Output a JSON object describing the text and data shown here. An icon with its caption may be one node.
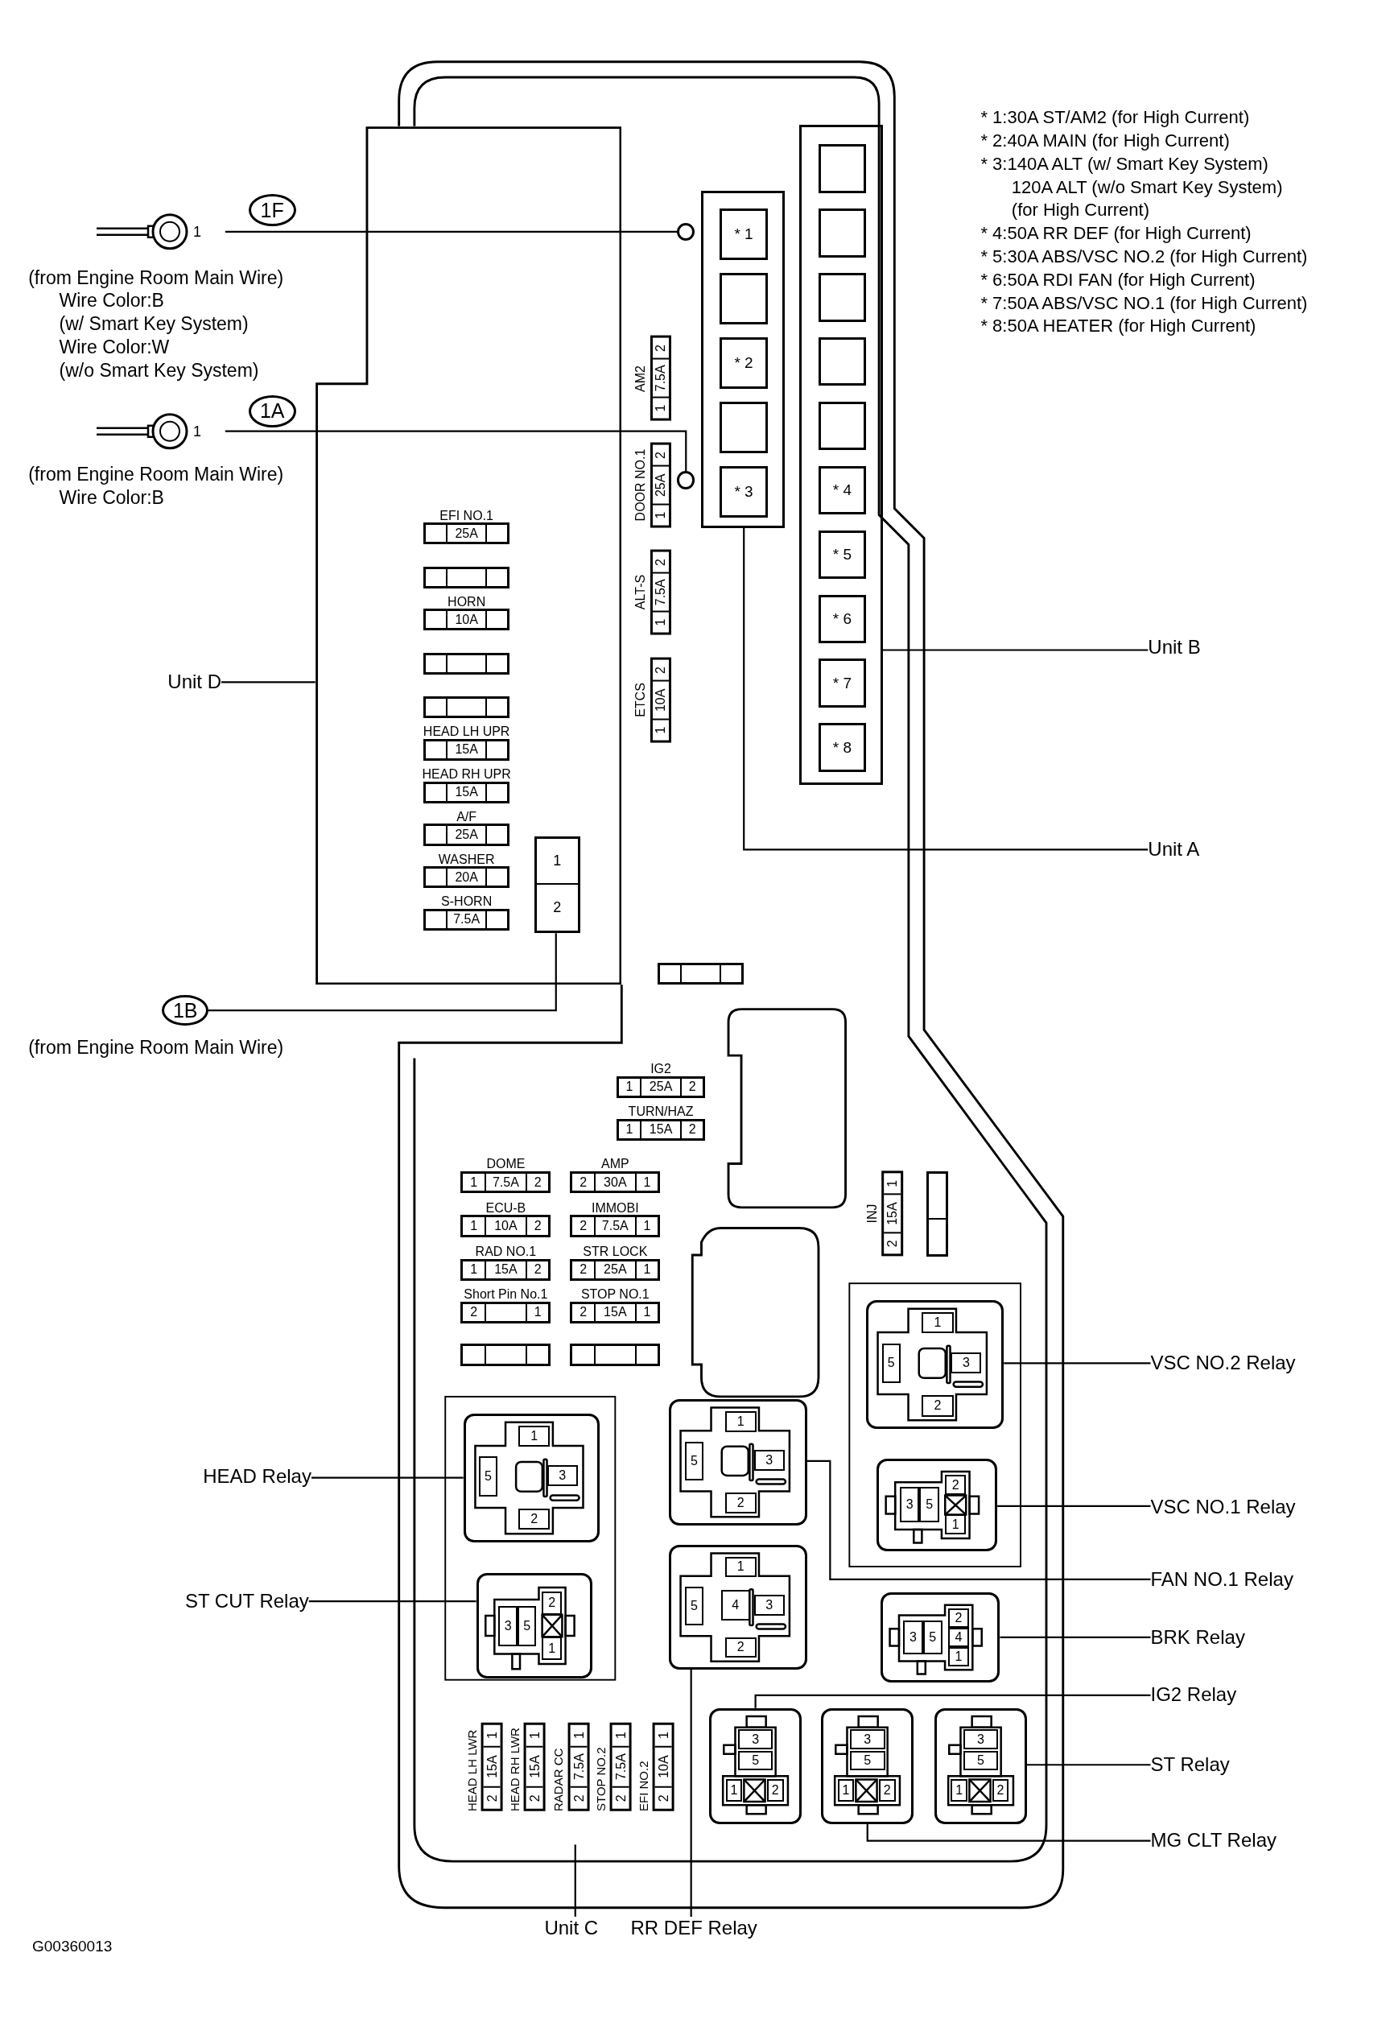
{
  "diagram": {
    "nodes": [
      {
        "text": [
          "1F"
        ]
      },
      {
        "text": [
          "1"
        ],
        "beside": [
          "(from Engine Room Main Wire)",
          "Wire Color:B",
          "(w/ Smart Key System)",
          "Wire Color:W",
          "(w/o Smart Key System)"
        ]
      },
      {
        "text": [],
        "shape": "circle"
      },
      {
        "text": [
          "1A"
        ]
      },
      {
        "text": [
          "1"
        ],
        "beside": [
          "(from Engine Room Main Wire)",
          "Wire Color:B"
        ]
      },
      {
        "text": [],
        "shape": "circle"
      },
      {
        "text": [],
        "shape": "box"
      },
      {
        "text": [
          "EFI NO.1",
          "25A"
        ],
        "in": 6
      },
      {
        "text": [],
        "shape": "box",
        "in": 6
      },
      {
        "text": [
          "HORN",
          "10A"
        ],
        "in": 6
      },
      {
        "text": [],
        "shape": "box",
        "in": 6
      },
      {
        "text": [],
        "shape": "box",
        "in": 6
      },
      {
        "text": [
          "HEAD LH UPR",
          "15A"
        ],
        "in": 6
      },
      {
        "text": [
          "HEAD RH UPR",
          "15A"
        ],
        "in": 6
      },
      {
        "text": [
          "A/F",
          "25A"
        ],
        "in": 6
      },
      {
        "text": [
          "WASHER",
          "20A"
        ],
        "in": 6
      },
      {
        "text": [
          "S-HORN",
          "7.5A"
        ],
        "in": 6
      },
      {
        "text": [
          "1",
          "2"
        ],
        "in": 6
      },
      {
        "text": [
          "1B"
        ],
        "beside": [
          "(from Engine Room Main Wire)"
        ]
      },
      {
        "text": [
          "AM2",
          "2",
          "7.5A",
          "1"
        ]
      },
      {
        "text": [
          "DOOR NO.1",
          "2",
          "25A",
          "1"
        ]
      },
      {
        "text": [
          "ALT-S",
          "2",
          "7.5A",
          "1"
        ]
      },
      {
        "text": [
          "ETCS",
          "2",
          "10A",
          "1"
        ]
      },
      {
        "text": [],
        "shape": "box"
      },
      {
        "text": [
          "* 1"
        ],
        "in": 23
      },
      {
        "text": [],
        "shape": "box",
        "in": 23
      },
      {
        "text": [
          "* 2"
        ],
        "in": 23
      },
      {
        "text": [],
        "shape": "box",
        "in": 23
      },
      {
        "text": [
          "* 3"
        ],
        "in": 23
      },
      {
        "text": [],
        "shape": "box"
      },
      {
        "text": [],
        "shape": "box",
        "in": 29
      },
      {
        "text": [],
        "shape": "box",
        "in": 29
      },
      {
        "text": [],
        "shape": "box",
        "in": 29
      },
      {
        "text": [],
        "shape": "box",
        "in": 29
      },
      {
        "text": [],
        "shape": "box",
        "in": 29
      },
      {
        "text": [
          "* 4"
        ],
        "in": 29
      },
      {
        "text": [
          "* 5"
        ],
        "in": 29
      },
      {
        "text": [
          "* 6"
        ],
        "in": 29
      },
      {
        "text": [
          "* 7"
        ],
        "in": 29
      },
      {
        "text": [
          "* 8"
        ],
        "in": 29
      },
      {
        "text": [
          "Unit D"
        ]
      },
      {
        "text": [
          "Unit B"
        ]
      },
      {
        "text": [
          "Unit A"
        ]
      },
      {
        "text": [],
        "shape": "box"
      },
      {
        "text": [
          "IG2",
          "1",
          "25A",
          "2"
        ]
      },
      {
        "text": [
          "TURN/HAZ",
          "1",
          "15A",
          "2"
        ]
      },
      {
        "text": [
          "DOME",
          "1",
          "7.5A",
          "2"
        ]
      },
      {
        "text": [
          "AMP",
          "2",
          "30A",
          "1"
        ]
      },
      {
        "text": [
          "ECU-B",
          "1",
          "10A",
          "2"
        ]
      },
      {
        "text": [
          "IMMOBI",
          "2",
          "7.5A",
          "1"
        ]
      },
      {
        "text": [
          "RAD NO.1",
          "1",
          "15A",
          "2"
        ]
      },
      {
        "text": [
          "STR LOCK",
          "2",
          "25A",
          "1"
        ]
      },
      {
        "text": [
          "Short Pin No.1",
          "2",
          "1"
        ]
      },
      {
        "text": [
          "STOP NO.1",
          "2",
          "15A",
          "1"
        ]
      },
      {
        "text": [],
        "shape": "box"
      },
      {
        "text": [],
        "shape": "box"
      },
      {
        "text": [
          "INJ",
          "1",
          "15A",
          "2"
        ]
      },
      {
        "text": [],
        "shape": "box"
      },
      {
        "text": [
          "1",
          "5",
          "3",
          "2"
        ]
      },
      {
        "text": [
          "VSC NO.2 Relay"
        ]
      },
      {
        "text": [
          "1",
          "5",
          "3",
          "2"
        ]
      },
      {
        "text": [
          "HEAD Relay"
        ]
      },
      {
        "text": [
          "1",
          "5",
          "3",
          "2"
        ]
      },
      {
        "text": [
          "3",
          "5",
          "2",
          "1"
        ]
      },
      {
        "text": [
          "VSC NO.1 Relay"
        ]
      },
      {
        "text": [
          "FAN NO.1 Relay"
        ]
      },
      {
        "text": [
          "3",
          "5",
          "2",
          "1"
        ]
      },
      {
        "text": [
          "ST CUT Relay"
        ]
      },
      {
        "text": [
          "1",
          "5",
          "4",
          "3",
          "2"
        ]
      },
      {
        "text": [
          "3",
          "5",
          "2",
          "4",
          "1"
        ]
      },
      {
        "text": [
          "BRK Relay"
        ]
      },
      {
        "text": [
          "3",
          "5",
          "1",
          "2"
        ]
      },
      {
        "text": [
          "3",
          "5",
          "1",
          "2"
        ]
      },
      {
        "text": [
          "3",
          "5",
          "1",
          "2"
        ]
      },
      {
        "text": [
          "IG2 Relay"
        ]
      },
      {
        "text": [
          "ST Relay"
        ]
      },
      {
        "text": [
          "MG CLT Relay"
        ]
      },
      {
        "text": [
          "HEAD LH LWR",
          "1",
          "15A",
          "2"
        ]
      },
      {
        "text": [
          "HEAD RH LWR",
          "1",
          "15A",
          "2"
        ]
      },
      {
        "text": [
          "RADAR CC",
          "1",
          "7.5A",
          "2"
        ]
      },
      {
        "text": [
          "STOP NO.2",
          "1",
          "7.5A",
          "2"
        ]
      },
      {
        "text": [
          "EFI NO.2",
          "1",
          "10A",
          "2"
        ]
      },
      {
        "text": [
          "Unit C"
        ]
      },
      {
        "text": [
          "RR DEF Relay"
        ]
      }
    ],
    "edges": [
      {
        "from": 1,
        "to": 2,
        "arrow": "none"
      },
      {
        "from": 4,
        "to": 5,
        "arrow": "none"
      },
      {
        "from": 18,
        "to": 17,
        "arrow": "none"
      },
      {
        "from": 40,
        "to": 6,
        "arrow": "none"
      },
      {
        "from": 41,
        "to": 29,
        "arrow": "none"
      },
      {
        "from": 42,
        "to": 23,
        "arrow": "none"
      },
      {
        "from": 59,
        "to": 58,
        "arrow": "none"
      },
      {
        "from": 61,
        "to": 60,
        "arrow": "none"
      },
      {
        "from": 64,
        "to": 63,
        "arrow": "none"
      },
      {
        "from": 65,
        "to": 62,
        "arrow": "none"
      },
      {
        "from": 67,
        "to": 66,
        "arrow": "none"
      },
      {
        "from": 70,
        "to": 69,
        "arrow": "none"
      },
      {
        "from": 74,
        "to": 71,
        "arrow": "none"
      },
      {
        "from": 75,
        "to": 73,
        "arrow": "none"
      },
      {
        "from": 76,
        "to": 72,
        "arrow": "none"
      },
      {
        "from": 82,
        "to": null,
        "arrow": "none"
      },
      {
        "from": 83,
        "to": 68,
        "arrow": "none"
      }
    ],
    "labels": [
      "* 1:30A ST/AM2 (for High Current)",
      "* 2:40A MAIN (for High Current)",
      "* 3:140A ALT (w/ Smart Key System)",
      "120A ALT (w/o Smart Key System)",
      "(for High Current)",
      "* 4:50A RR DEF (for High Current)",
      "* 5:30A ABS/VSC NO.2 (for High Current)",
      "* 6:50A RDI FAN (for High Current)",
      "* 7:50A ABS/VSC NO.1 (for High Current)",
      "* 8:50A HEATER (for High Current)",
      "G00360013"
    ]
  }
}
